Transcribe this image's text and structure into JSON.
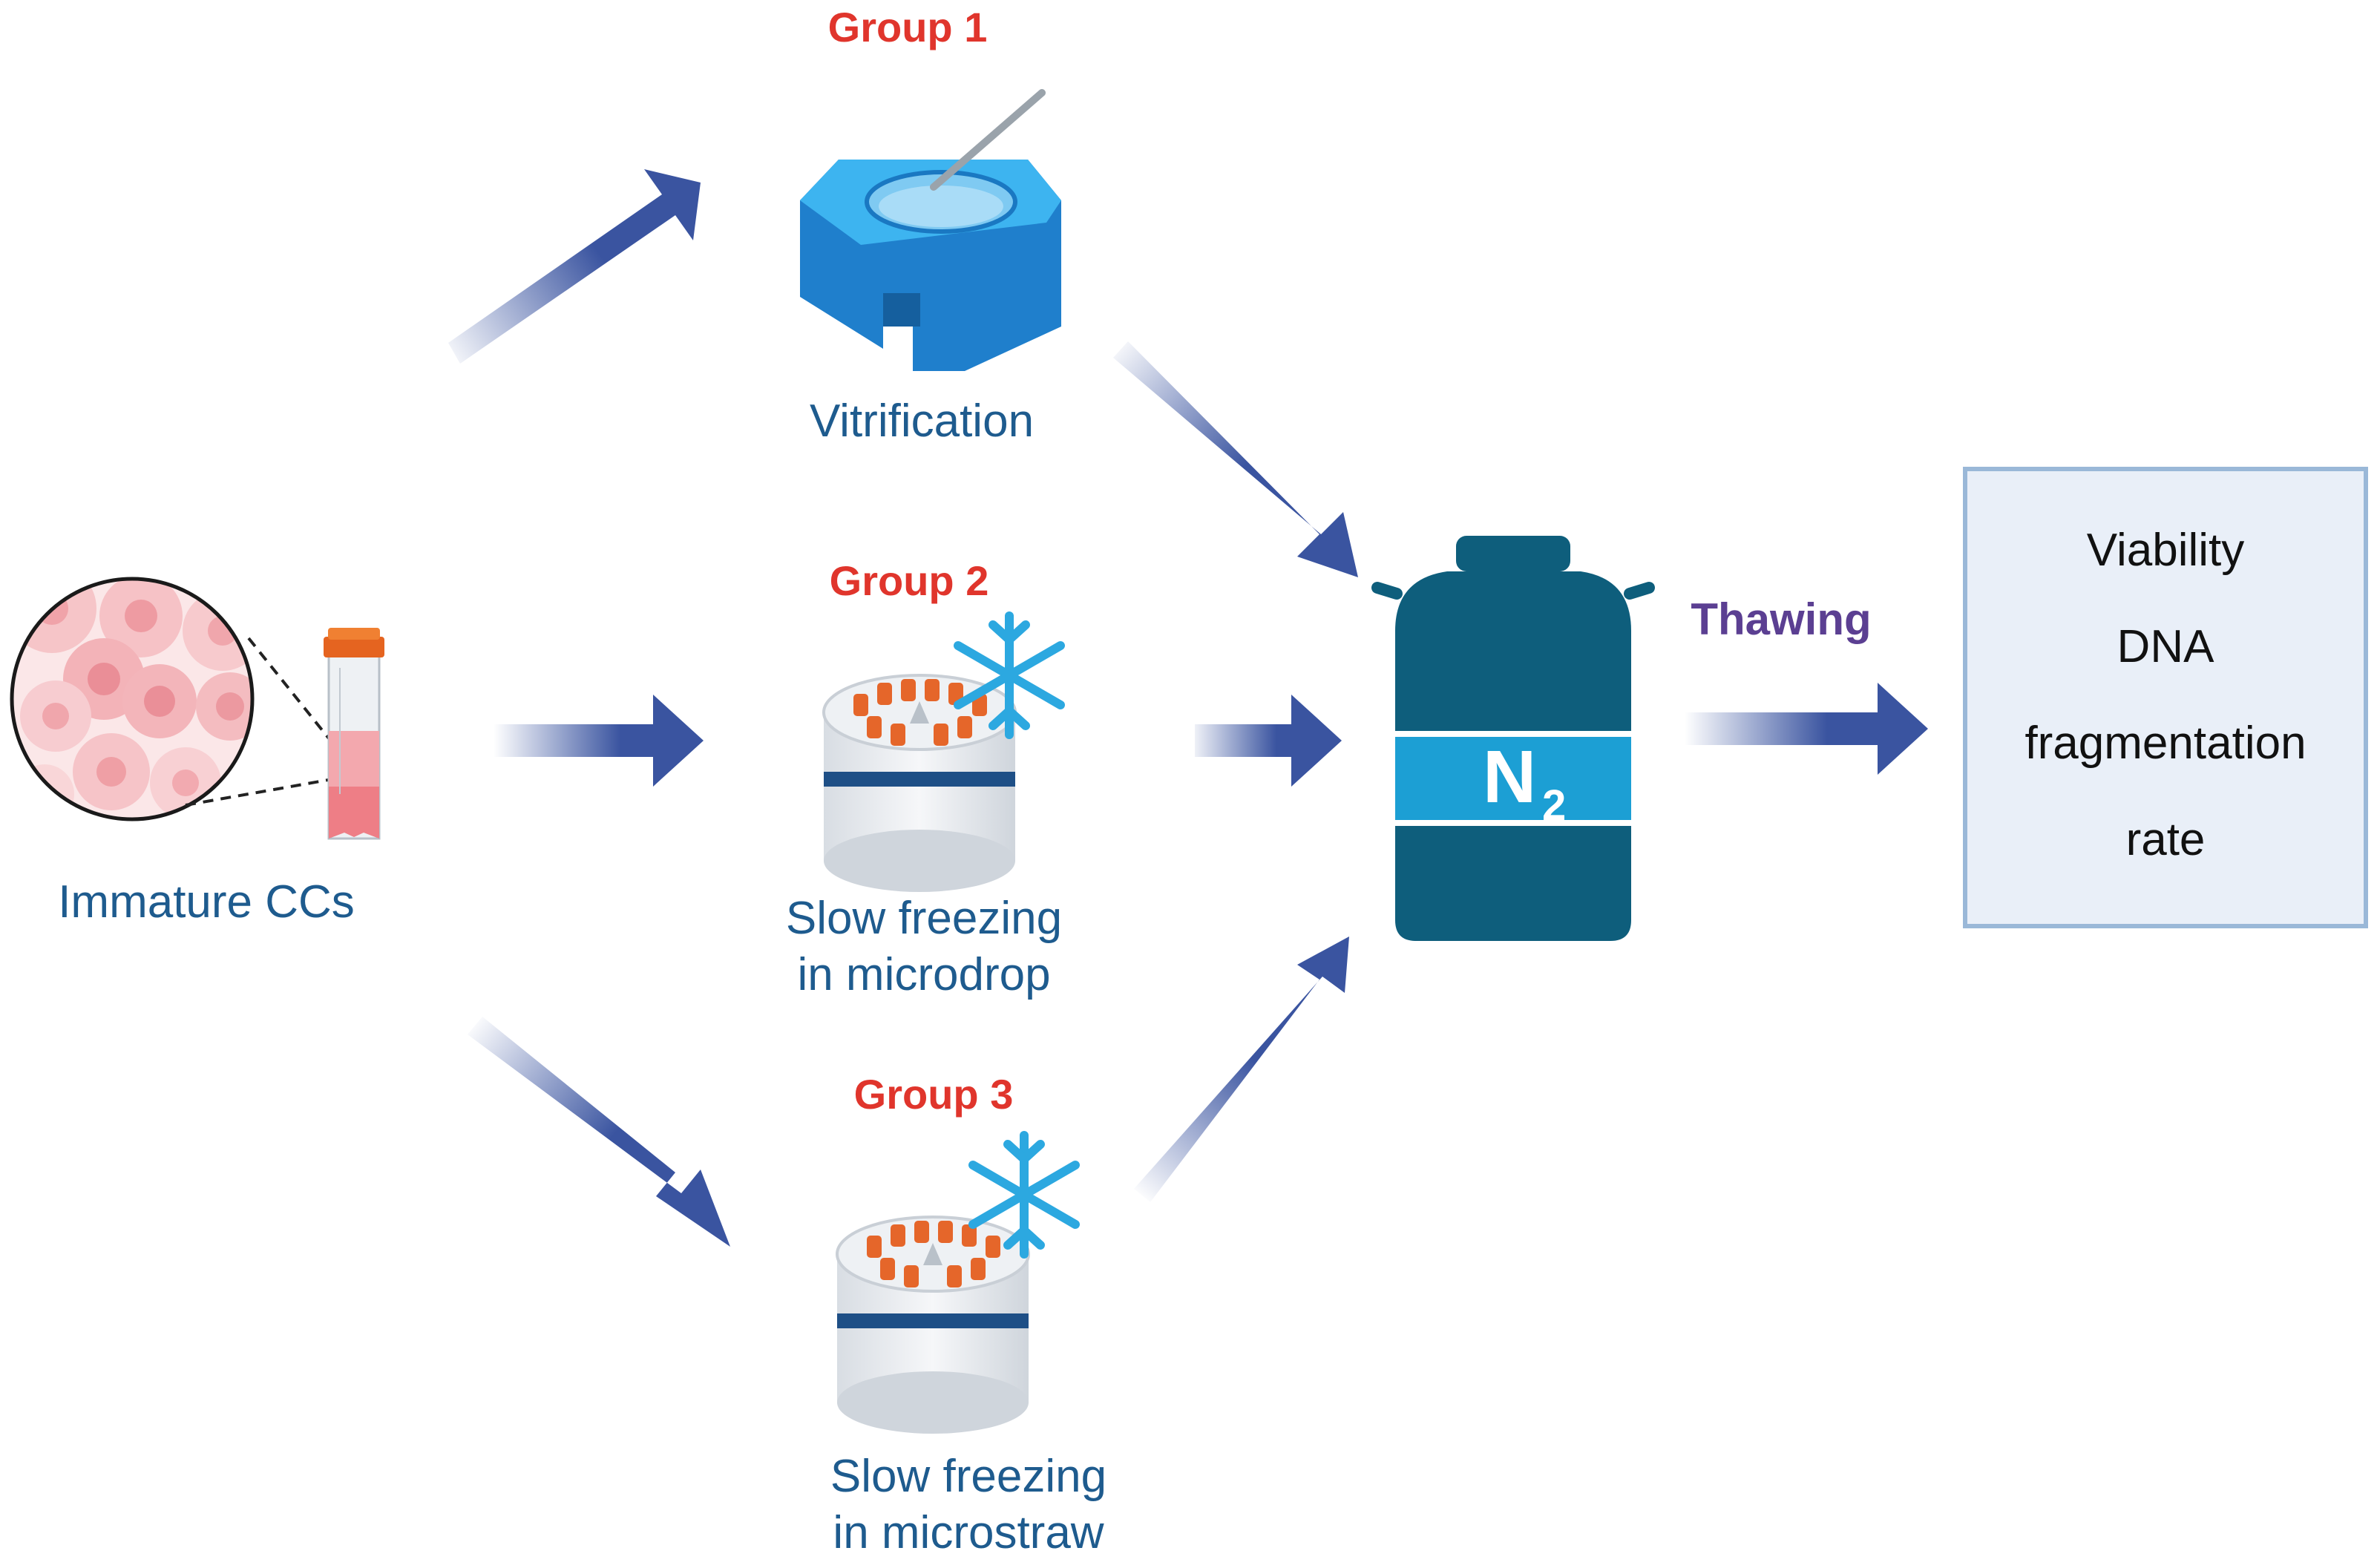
{
  "groups": {
    "group1": {
      "title": "Group 1",
      "method": "Vitrification"
    },
    "group2": {
      "title": "Group 2",
      "method_line1": "Slow freezing",
      "method_line2": "in microdrop"
    },
    "group3": {
      "title": "Group 3",
      "method_line1": "Slow freezing",
      "method_line2": "in microstraw"
    }
  },
  "source": {
    "label": "Immature CCs"
  },
  "storage": {
    "symbol": "N",
    "subscript": "2"
  },
  "thawing": {
    "label": "Thawing"
  },
  "results": {
    "line1": "Viability",
    "line2": "DNA",
    "line3": "fragmentation",
    "line4": "rate"
  },
  "colors": {
    "arrow": "#3a54a0",
    "group_title": "#e0352c",
    "caption": "#1e5b8e",
    "thawing": "#5b3f92",
    "dewar": "#0e5e7c",
    "dewar_band": "#1c9fd4",
    "vitrification_device": "#2e9fe0",
    "cells": "#f2a0a6",
    "tube_cap": "#e86a24",
    "snowflake": "#2ca8e0",
    "result_box_fill": "#e9eff8",
    "result_box_border": "#9ab8d8"
  }
}
